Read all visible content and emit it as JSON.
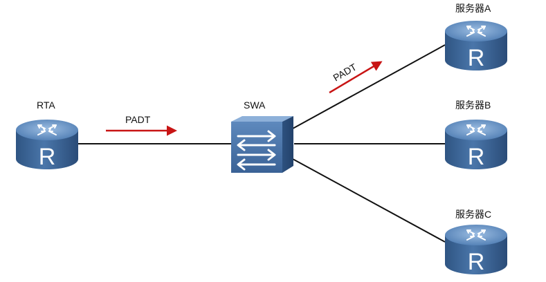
{
  "colors": {
    "link": "#111111",
    "arrow": "#c81414",
    "device_body": "#3f6799",
    "device_top": "#6f97c4",
    "device_side": "#2c4f7c",
    "glyph": "#ffffff"
  },
  "nodes": {
    "rta": {
      "label": "RTA",
      "icon": "router-icon",
      "glyph": "R"
    },
    "swa": {
      "label": "SWA",
      "icon": "switch-icon"
    },
    "server_a": {
      "label": "服务器A",
      "icon": "router-icon",
      "glyph": "R"
    },
    "server_b": {
      "label": "服务器B",
      "icon": "router-icon",
      "glyph": "R"
    },
    "server_c": {
      "label": "服务器C",
      "icon": "router-icon",
      "glyph": "R"
    }
  },
  "packets": {
    "rta_to_swa": {
      "label": "PADT",
      "direction": "right"
    },
    "swa_to_server_a": {
      "label": "PADT",
      "direction": "up-right"
    }
  }
}
